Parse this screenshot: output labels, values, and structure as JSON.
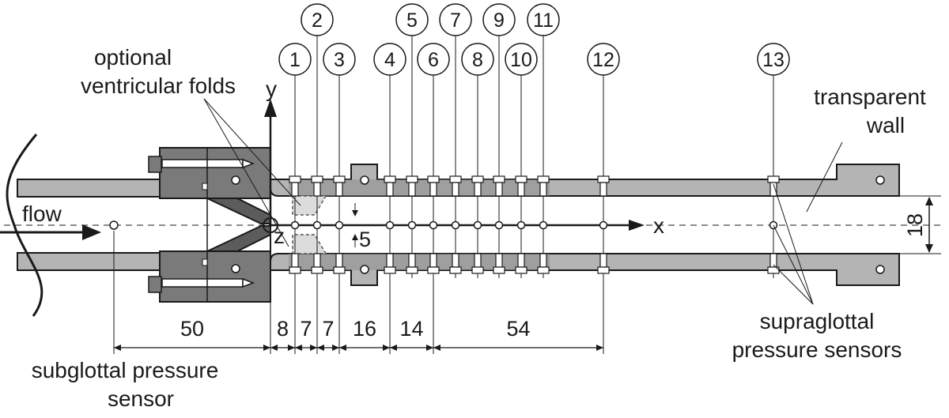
{
  "labels": {
    "optional_folds_line1": "optional",
    "optional_folds_line2": "ventricular folds",
    "transparent_line1": "transparent",
    "transparent_line2": "wall",
    "flow": "flow",
    "subglottal_line1": "subglottal pressure",
    "subglottal_line2": "sensor",
    "supraglottal_line1": "supraglottal",
    "supraglottal_line2": "pressure sensors",
    "axis_x": "x",
    "axis_y": "y",
    "axis_z": "z",
    "offset_5": "5",
    "height_18": "18"
  },
  "sensors": [
    {
      "id": "1"
    },
    {
      "id": "2"
    },
    {
      "id": "3"
    },
    {
      "id": "4"
    },
    {
      "id": "5"
    },
    {
      "id": "6"
    },
    {
      "id": "7"
    },
    {
      "id": "8"
    },
    {
      "id": "9"
    },
    {
      "id": "10"
    },
    {
      "id": "11"
    },
    {
      "id": "12"
    },
    {
      "id": "13"
    }
  ],
  "dimensions": [
    "50",
    "8",
    "7",
    "7",
    "16",
    "14",
    "54"
  ],
  "colors": {
    "wall": "#b4b4b4",
    "dark": "#7a7a7a",
    "darker": "#5c5c5c",
    "fold": "#dcdcdc",
    "line": "#1a1a1a"
  }
}
